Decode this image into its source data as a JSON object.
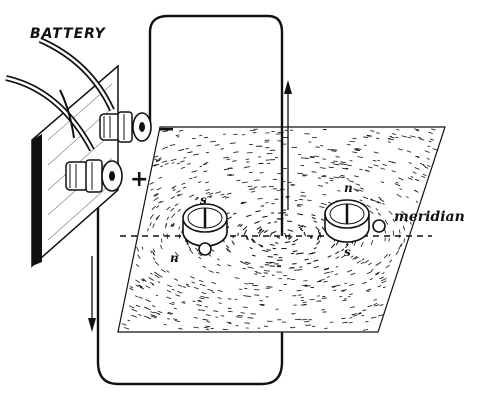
{
  "labels": {
    "battery": "BATTERY",
    "minus": "−",
    "plus": "+",
    "meridian": "meridian",
    "left_compass_top": "s",
    "left_compass_bottom": "n",
    "right_compass_top": "n",
    "right_compass_bottom": "s"
  },
  "icons": {
    "battery": "battery-icon",
    "left_compass": "compass-icon",
    "right_compass": "compass-icon",
    "wire": "wire-icon",
    "current_arrow_up": "arrow-up-icon",
    "current_arrow_down": "arrow-down-icon"
  },
  "colors": {
    "ink": "#111111",
    "paper": "#ffffff"
  }
}
